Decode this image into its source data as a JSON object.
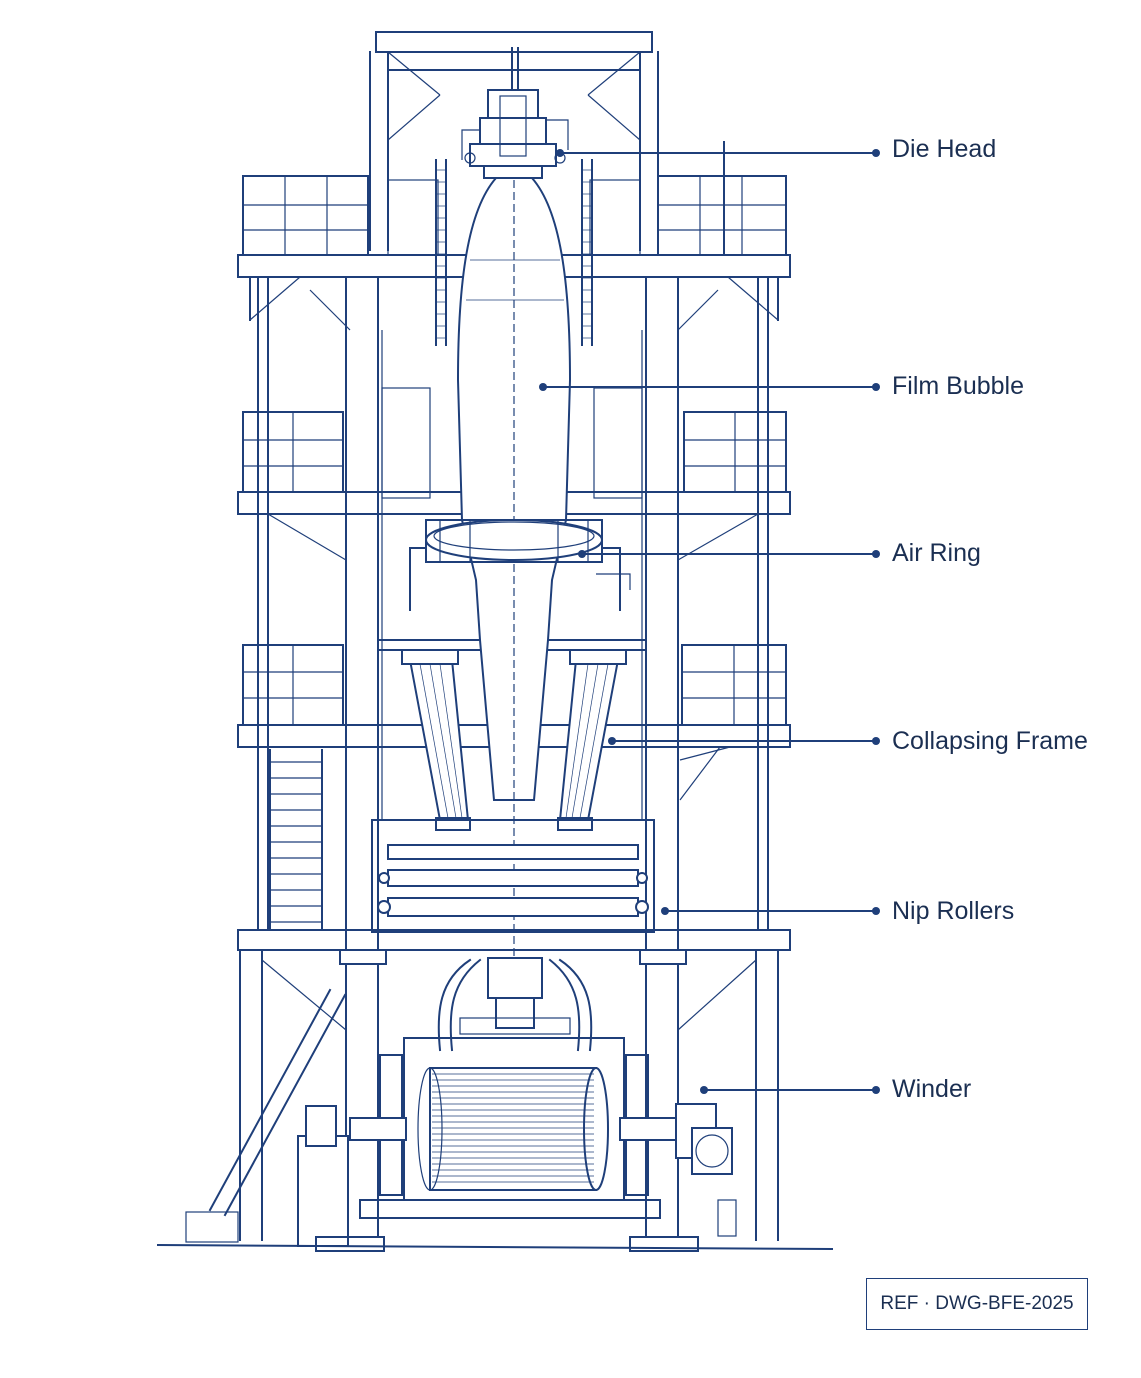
{
  "labels": {
    "die_head": "Die Head",
    "film_bubble": "Film Bubble",
    "air_ring": "Air Ring",
    "collapsing_frame": "Collapsing Frame",
    "nip_rollers": "Nip Rollers",
    "winder": "Winder"
  },
  "reference": "REF · DWG-BFE-2025",
  "colors": {
    "line": "#1f3f7a",
    "text": "#1b2f52",
    "background": "#ffffff"
  }
}
